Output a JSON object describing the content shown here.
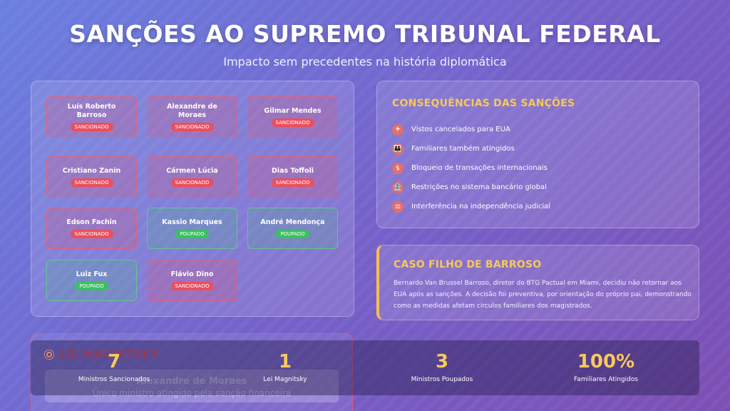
{
  "header": {
    "title": "SANÇÕES AO SUPREMO TRIBUNAL FEDERAL",
    "subtitle": "Impacto sem precedentes na história diplomática"
  },
  "ministers": [
    {
      "name": "Luís Roberto Barroso",
      "status": "SANCIONADO",
      "state": "sanctioned"
    },
    {
      "name": "Alexandre de Moraes",
      "status": "SANCIONADO",
      "state": "sanctioned"
    },
    {
      "name": "Gilmar Mendes",
      "status": "SANCIONADO",
      "state": "sanctioned"
    },
    {
      "name": "Cristiano Zanin",
      "status": "SANCIONADO",
      "state": "sanctioned"
    },
    {
      "name": "Cármen Lúcia",
      "status": "SANCIONADO",
      "state": "sanctioned"
    },
    {
      "name": "Dias Toffoli",
      "status": "SANCIONADO",
      "state": "sanctioned"
    },
    {
      "name": "Edson Fachin",
      "status": "SANCIONADO",
      "state": "sanctioned"
    },
    {
      "name": "Kassio Marques",
      "status": "POUPADO",
      "state": "spared"
    },
    {
      "name": "André Mendonça",
      "status": "POUPADO",
      "state": "spared"
    },
    {
      "name": "Luiz Fux",
      "status": "POUPADO",
      "state": "spared"
    },
    {
      "name": "Flávio Dino",
      "status": "SANCIONADO",
      "state": "sanctioned"
    }
  ],
  "consequences": {
    "title": "CONSEQUÊNCIAS DAS SANÇÕES",
    "items": [
      {
        "icon": "no-entry-icon",
        "glyph": "✈",
        "text": "Vistos cancelados para EUA"
      },
      {
        "icon": "family-icon",
        "glyph": "👪",
        "text": "Familiares também atingidos"
      },
      {
        "icon": "blocked-money-icon",
        "glyph": "$",
        "text": "Bloqueio de transações internacionais"
      },
      {
        "icon": "bank-icon",
        "glyph": "🏦",
        "text": "Restrições no sistema bancário global"
      },
      {
        "icon": "scales-icon",
        "glyph": "⚖",
        "text": "Interferência na independência judicial"
      }
    ]
  },
  "caso": {
    "title": "CASO FILHO DE BARROSO",
    "text": "Bernardo Van Brussel Barroso, diretor do BTG Pactual em Miami, decidiu não retornar aos EUA após as sanções. A decisão foi preventiva, por orientação do próprio pai, demonstrando como as medidas afetam círculos familiares dos magistrados."
  },
  "magnitsky": {
    "title": "LEI MAGNITSKY",
    "name": "Alexandre de Moraes",
    "description": "Único ministro atingido pela sanção financeira"
  },
  "stats": [
    {
      "value": "7",
      "label": "Ministros Sancionados"
    },
    {
      "value": "1",
      "label": "Lei Magnitsky"
    },
    {
      "value": "3",
      "label": "Ministros Poupados"
    },
    {
      "value": "100%",
      "label": "Familiares Atingidos"
    }
  ],
  "colors": {
    "accent": "#f7c85a",
    "sanctioned": "#e9505f",
    "spared": "#3cbf62"
  }
}
